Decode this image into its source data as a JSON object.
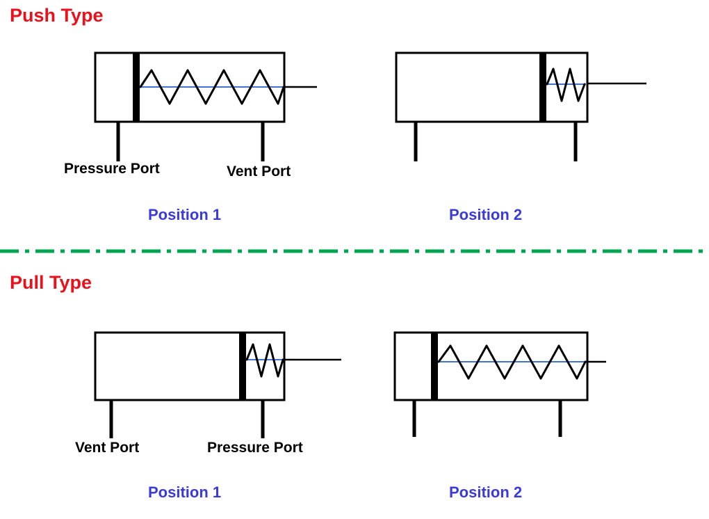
{
  "colors": {
    "background": "#ffffff",
    "title_red": "#e8121c",
    "position_blue": "#3a3ad8",
    "divider_green": "#00a550",
    "line_black": "#000000",
    "spring_blue": "#4273cf"
  },
  "push_section": {
    "title": "Push Type",
    "position1": {
      "label": "Position 1",
      "left_port_label": "Pressure Port",
      "right_port_label": "Vent Port"
    },
    "position2": {
      "label": "Position 2"
    }
  },
  "pull_section": {
    "title": "Pull Type",
    "position1": {
      "label": "Position 1",
      "left_port_label": "Vent Port",
      "right_port_label": "Pressure Port"
    },
    "position2": {
      "label": "Position 2"
    }
  }
}
